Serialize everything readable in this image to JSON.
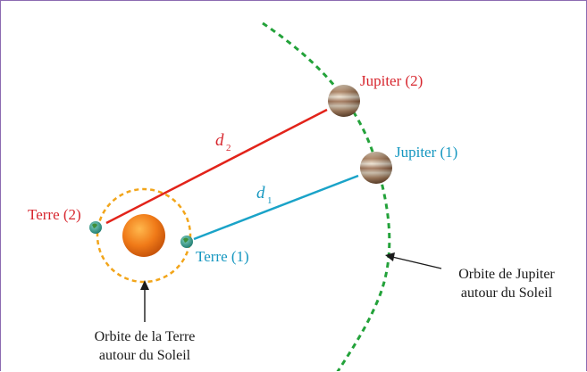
{
  "labels": {
    "jupiter_2": "Jupiter (2)",
    "jupiter_1": "Jupiter (1)",
    "terre_2": "Terre (2)",
    "terre_1": "Terre (1)",
    "d2_main": "d",
    "d2_sub": "2",
    "d1_main": "d",
    "d1_sub": "1",
    "orbite_jupiter_line1": "Orbite de Jupiter",
    "orbite_jupiter_line2": "autour du Soleil",
    "orbite_terre_line1": "Orbite de la Terre",
    "orbite_terre_line2": "autour du Soleil"
  },
  "colors": {
    "frame_border": "#8c6bb1",
    "d2_line": "#e2231a",
    "d1_line": "#1aa3c8",
    "label_red": "#d7262e",
    "label_blue": "#1597c0",
    "jupiter_orbit": "#23a23a",
    "earth_orbit": "#f2a51a",
    "sun": "#ef7d1a",
    "text_dark": "#1a1a1a"
  }
}
